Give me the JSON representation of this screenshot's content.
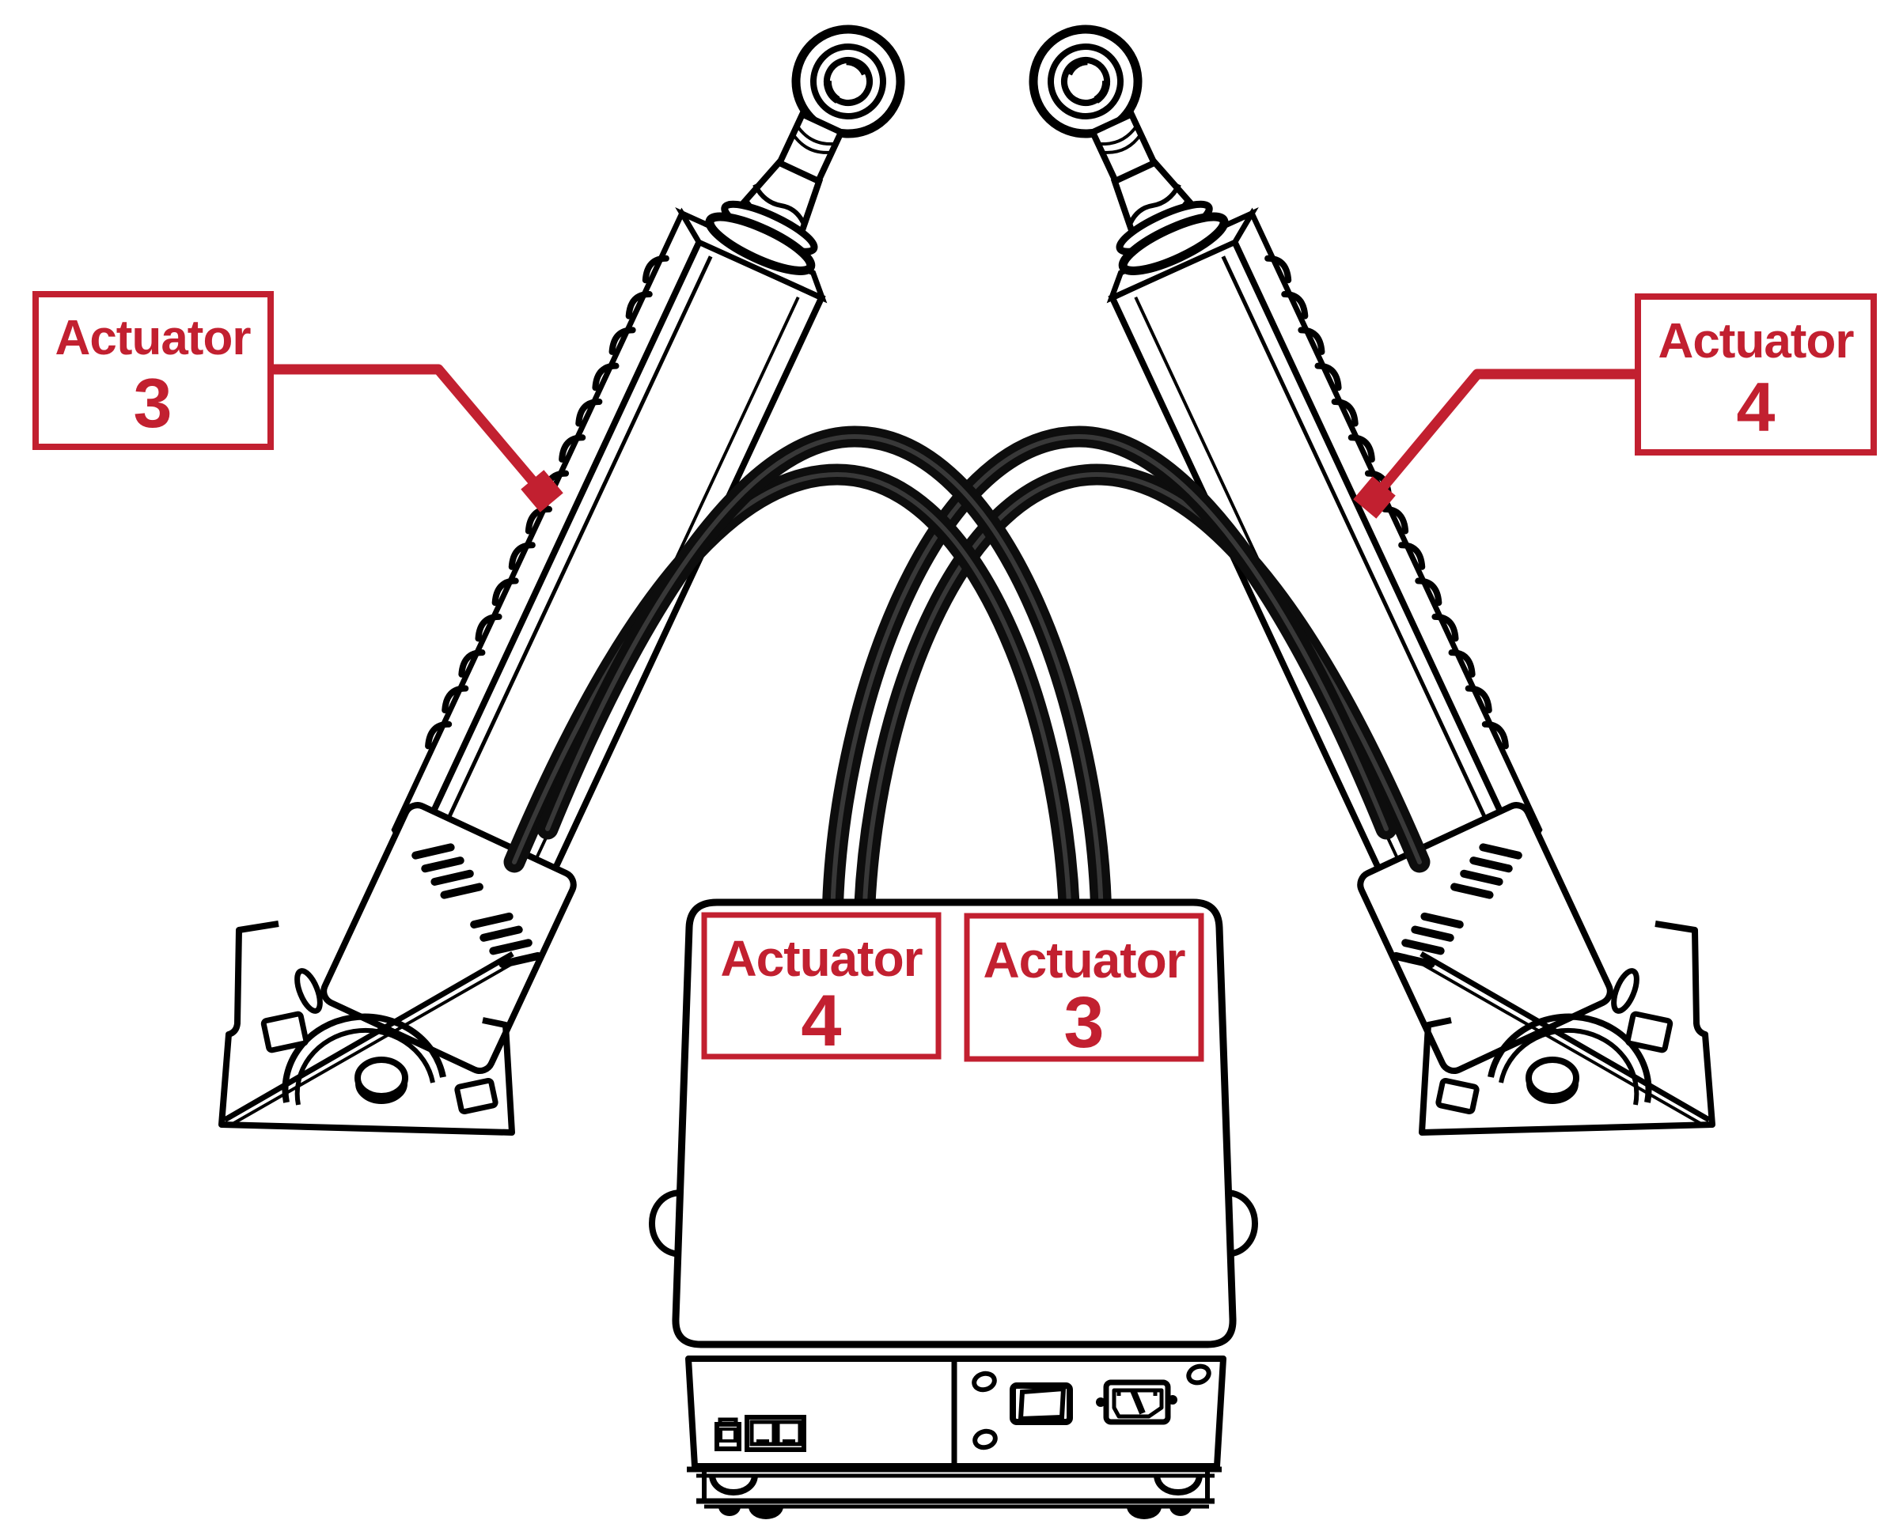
{
  "callouts": {
    "actuator3": {
      "title": "Actuator",
      "number": "3"
    },
    "actuator4": {
      "title": "Actuator",
      "number": "4"
    }
  },
  "control_box": {
    "left_port_label": {
      "title": "Actuator",
      "number": "4"
    },
    "right_port_label": {
      "title": "Actuator",
      "number": "3"
    }
  },
  "colors": {
    "accent_red": "#c22030",
    "line_color": "#000000",
    "background": "#ffffff"
  }
}
